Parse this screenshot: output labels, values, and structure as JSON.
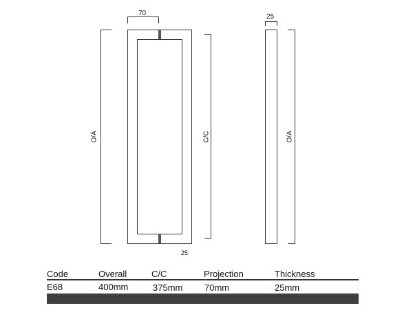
{
  "drawing": {
    "width_label": "70",
    "thickness_label": "25",
    "bar_label": "25",
    "overall_label_front": "O/A",
    "cc_label": "C/C",
    "overall_label_side": "O/A"
  },
  "table": {
    "headers": [
      "Code",
      "Overall",
      "C/C",
      "Projection",
      "Thickness"
    ],
    "row": [
      "E68",
      "400mm",
      "375mm",
      "70mm",
      "25mm"
    ]
  },
  "colors": {
    "line": "#333333",
    "bar": "#404040"
  }
}
